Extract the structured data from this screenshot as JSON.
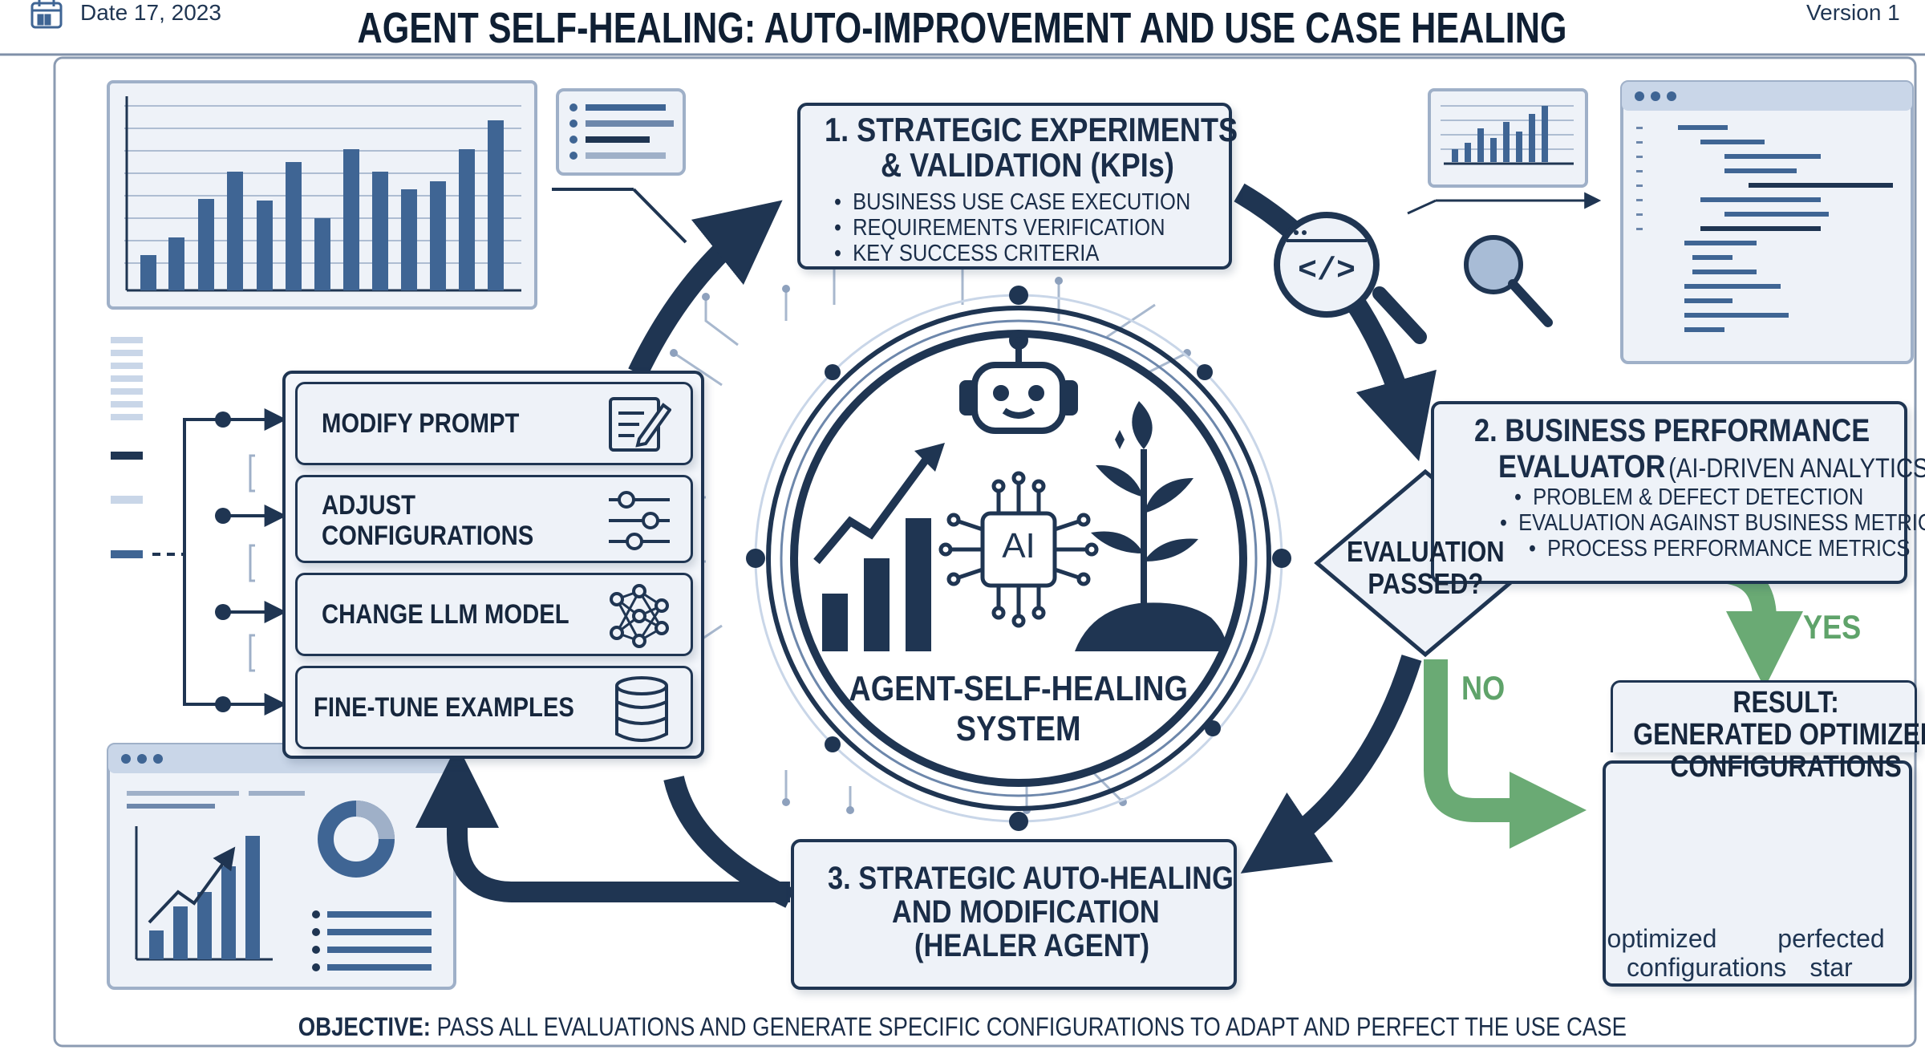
{
  "header": {
    "date_label": "Date 17, 2023",
    "title": "AGENT SELF-HEALING: AUTO-IMPROVEMENT AND USE CASE HEALING",
    "version_label": "Version 1"
  },
  "step1": {
    "title_line1": "1. STRATEGIC EXPERIMENTS",
    "title_line2": "& VALIDATION (KPIs)",
    "bullets": [
      "BUSINESS USE CASE EXECUTION",
      "REQUIREMENTS VERIFICATION",
      "KEY SUCCESS CRITERIA"
    ]
  },
  "step2": {
    "title_line1": "2. BUSINESS PERFORMANCE",
    "title_line2_bold": "EVALUATOR",
    "title_line2_rest": "(AI-DRIVEN ANALYTICS)",
    "bullets": [
      "PROBLEM & DEFECT DETECTION",
      "EVALUATION AGAINST BUSINESS METRICS",
      "PROCESS PERFORMANCE METRICS"
    ]
  },
  "step3": {
    "title_line1": "3. STRATEGIC AUTO-HEALING",
    "title_line2": "AND MODIFICATION",
    "title_line3": "(HEALER AGENT)"
  },
  "decision": {
    "line1": "EVALUATION",
    "line2": "PASSED?",
    "yes_label": "YES",
    "no_label": "NO"
  },
  "core": {
    "title_line1": "AGENT-SELF-HEALING",
    "title_line2": "SYSTEM",
    "ai_chip_label": "AI"
  },
  "options": [
    {
      "label": "MODIFY PROMPT",
      "icon": "edit-document-icon"
    },
    {
      "label": "ADJUST CONFIGURATIONS",
      "icon": "sliders-icon"
    },
    {
      "label": "CHANGE LLM MODEL",
      "icon": "neural-network-icon"
    },
    {
      "label": "FINE-TUNE EXAMPLES",
      "icon": "database-icon"
    }
  ],
  "result": {
    "title_line1": "RESULT:",
    "title_line2": "GENERATED OPTIMIZED",
    "title_line3": "CONFIGURATIONS",
    "item1_line1": "optimized",
    "item1_line2": "configurations",
    "item2_line1": "perfected",
    "item2_line2": "star"
  },
  "footer": {
    "objective_label": "OBJECTIVE:",
    "objective_text": "PASS ALL EVALUATIONS AND GENERATE SPECIFIC CONFIGURATIONS TO ADAPT AND PERFECT THE USE CASE"
  },
  "colors": {
    "navy": "#1f3552",
    "card_fill": "#eef2f8",
    "slate_blue": "#4a6a96",
    "light_blue": "#c9d6e8",
    "green": "#5fa36a"
  }
}
